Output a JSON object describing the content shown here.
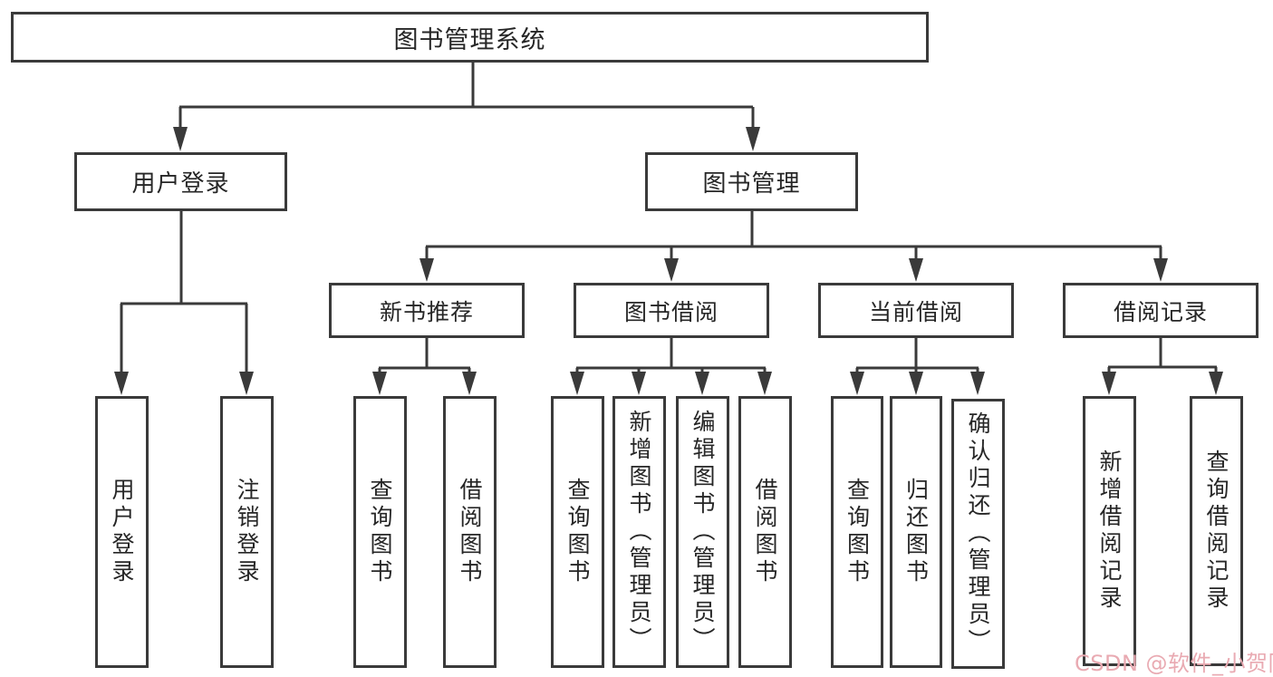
{
  "diagram": {
    "root": {
      "label": "图书管理系统",
      "children": [
        {
          "label": "用户登录",
          "children": [
            {
              "label": "用户登录"
            },
            {
              "label": "注销登录"
            }
          ]
        },
        {
          "label": "图书管理",
          "children": [
            {
              "label": "新书推荐",
              "children": [
                {
                  "label": "查询图书"
                },
                {
                  "label": "借阅图书"
                }
              ]
            },
            {
              "label": "图书借阅",
              "children": [
                {
                  "label": "查询图书"
                },
                {
                  "label": "新增图书（管理员）"
                },
                {
                  "label": "编辑图书（管理员）"
                },
                {
                  "label": "借阅图书"
                }
              ]
            },
            {
              "label": "当前借阅",
              "children": [
                {
                  "label": "查询图书"
                },
                {
                  "label": "归还图书"
                },
                {
                  "label": "确认归还（管理员）"
                }
              ]
            },
            {
              "label": "借阅记录",
              "children": [
                {
                  "label": "新增借阅记录"
                },
                {
                  "label": "查询借阅记录"
                }
              ]
            }
          ]
        }
      ]
    },
    "watermark": "CSDN @软件_小贺同学",
    "colors": {
      "line": "#3a3a3a",
      "box_border": "#3a3a3a",
      "text": "#262626",
      "watermark": "#e9aab2",
      "background": "#ffffff"
    }
  }
}
